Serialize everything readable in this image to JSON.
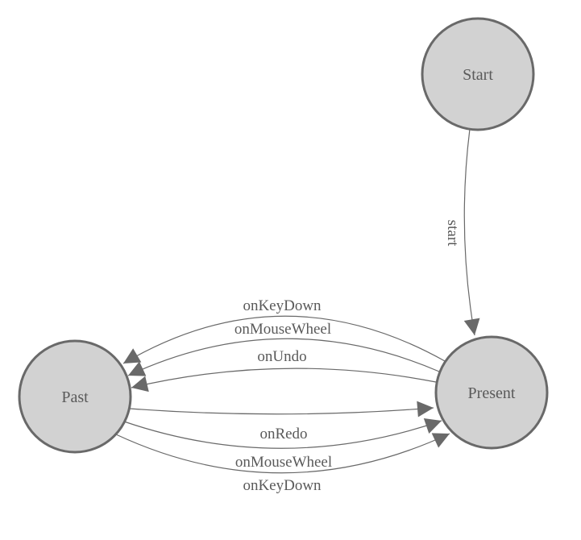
{
  "diagram": {
    "type": "state-machine",
    "background": "#ffffff"
  },
  "colors": {
    "background": "#ffffff",
    "node_fill": "#d2d2d2",
    "node_stroke": "#696969",
    "edge_stroke": "#696969",
    "arrow_fill": "#696969",
    "label_color": "#5a5a5a"
  },
  "nodes": [
    {
      "id": "start",
      "label": "Start"
    },
    {
      "id": "present",
      "label": "Present"
    },
    {
      "id": "past",
      "label": "Past"
    }
  ],
  "edges": [
    {
      "from": "start",
      "to": "present",
      "label": "start"
    },
    {
      "from": "present",
      "to": "past",
      "label": "onKeyDown"
    },
    {
      "from": "present",
      "to": "past",
      "label": "onMouseWheel"
    },
    {
      "from": "present",
      "to": "past",
      "label": "onUndo"
    },
    {
      "from": "past",
      "to": "present",
      "label": "onRedo"
    },
    {
      "from": "past",
      "to": "present",
      "label": "onMouseWheel"
    },
    {
      "from": "past",
      "to": "present",
      "label": "onKeyDown"
    }
  ]
}
